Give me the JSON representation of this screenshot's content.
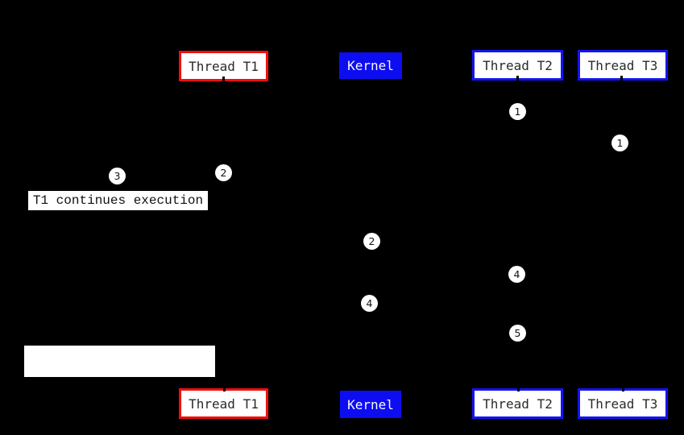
{
  "colors": {
    "background": "#000000",
    "red": "#f20d0d",
    "blue": "#1414f2",
    "kernel_bg": "#0d0df2",
    "node_bg": "#ffffff",
    "node_text": "#2b2b2b",
    "kernel_text": "#f8f8ff"
  },
  "diagram": {
    "top_nodes": [
      {
        "label": "Thread T1"
      },
      {
        "label": "Kernel"
      },
      {
        "label": "Thread T2"
      },
      {
        "label": "Thread T3"
      }
    ],
    "bottom_nodes": [
      {
        "label": "Thread T1"
      },
      {
        "label": "Kernel"
      },
      {
        "label": "Thread T2"
      },
      {
        "label": "Thread T3"
      }
    ],
    "caption": "T1 continues execution",
    "markers": [
      {
        "label": "1"
      },
      {
        "label": "1"
      },
      {
        "label": "3"
      },
      {
        "label": "2"
      },
      {
        "label": "2"
      },
      {
        "label": "4"
      },
      {
        "label": "4"
      },
      {
        "label": "5"
      }
    ]
  }
}
